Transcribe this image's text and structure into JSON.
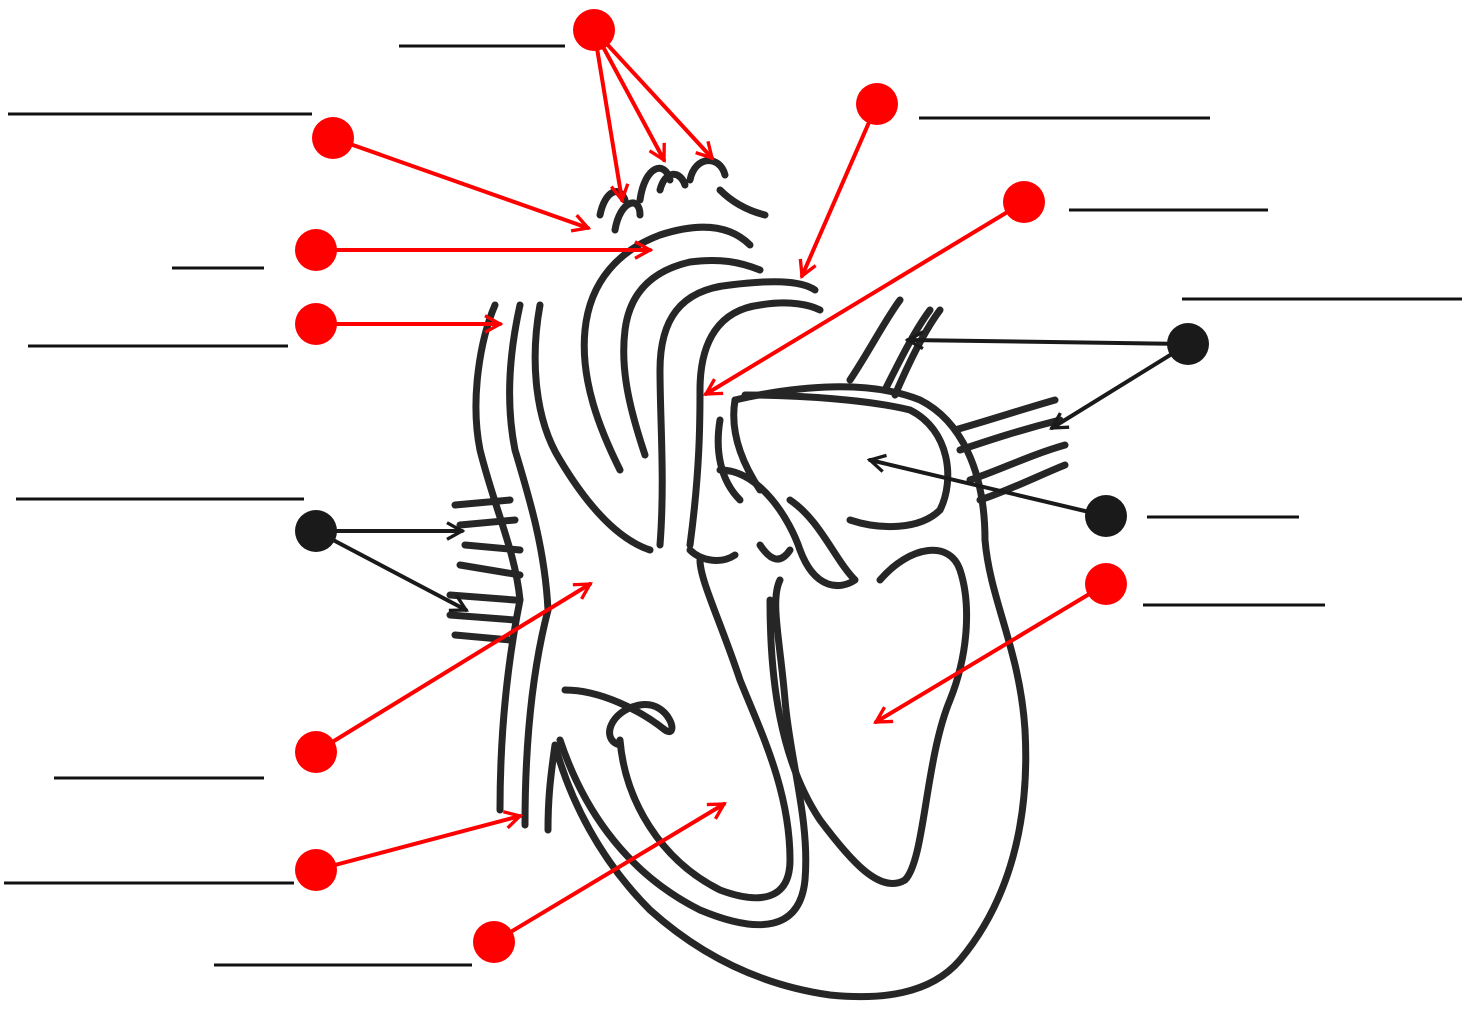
{
  "colors": {
    "label_dot_red": "#ff0000",
    "label_dot_black": "#1a1a1a",
    "arrow_red": "#ff0000",
    "arrow_black": "#1a1a1a",
    "outline": "#262626",
    "answer_line": "#111111",
    "background": "#ffffff"
  },
  "labels": [
    {
      "id": "aortic-arch-branches",
      "color": "red",
      "answer": ""
    },
    {
      "id": "brachiocephalic-artery",
      "color": "red",
      "answer": ""
    },
    {
      "id": "aorta",
      "color": "red",
      "answer": ""
    },
    {
      "id": "superior-vena-cava",
      "color": "red",
      "answer": ""
    },
    {
      "id": "right-pulmonary-veins",
      "color": "black",
      "answer": ""
    },
    {
      "id": "right-atrium",
      "color": "red",
      "answer": ""
    },
    {
      "id": "inferior-vena-cava",
      "color": "red",
      "answer": ""
    },
    {
      "id": "right-ventricle",
      "color": "red",
      "answer": ""
    },
    {
      "id": "pulmonary-artery",
      "color": "red",
      "answer": ""
    },
    {
      "id": "pulmonary-trunk",
      "color": "red",
      "answer": ""
    },
    {
      "id": "left-pulmonary-veins",
      "color": "black",
      "answer": ""
    },
    {
      "id": "left-atrium",
      "color": "black",
      "answer": ""
    },
    {
      "id": "left-ventricle",
      "color": "red",
      "answer": ""
    }
  ]
}
